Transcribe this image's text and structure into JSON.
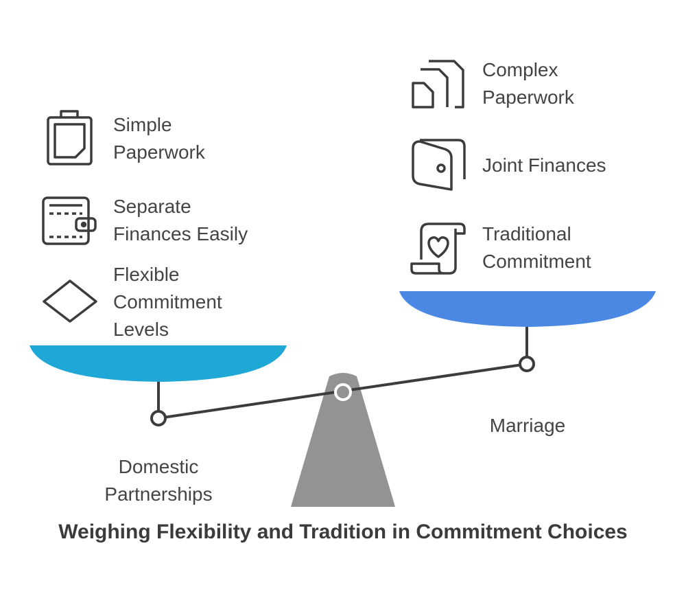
{
  "title": "Weighing Flexibility and Tradition in Commitment Choices",
  "colors": {
    "left_pan": "#1fa8d6",
    "right_pan": "#4a88e4",
    "fulcrum": "#939393",
    "stroke": "#3c3c3c"
  },
  "left": {
    "label_lines": [
      "Domestic",
      "Partnerships"
    ],
    "items": [
      {
        "icon": "clipboard-icon",
        "lines": [
          "Simple",
          "Paperwork"
        ]
      },
      {
        "icon": "wallet-icon",
        "lines": [
          "Separate",
          "Finances Easily"
        ]
      },
      {
        "icon": "diamond-icon",
        "lines": [
          "Flexible",
          "Commitment",
          "Levels"
        ]
      }
    ]
  },
  "right": {
    "label_lines": [
      "Marriage"
    ],
    "items": [
      {
        "icon": "documents-icon",
        "lines": [
          "Complex",
          "Paperwork"
        ]
      },
      {
        "icon": "joint-wallet-icon",
        "lines": [
          "Joint Finances"
        ]
      },
      {
        "icon": "scroll-heart-icon",
        "lines": [
          "Traditional",
          "Commitment"
        ]
      }
    ]
  }
}
